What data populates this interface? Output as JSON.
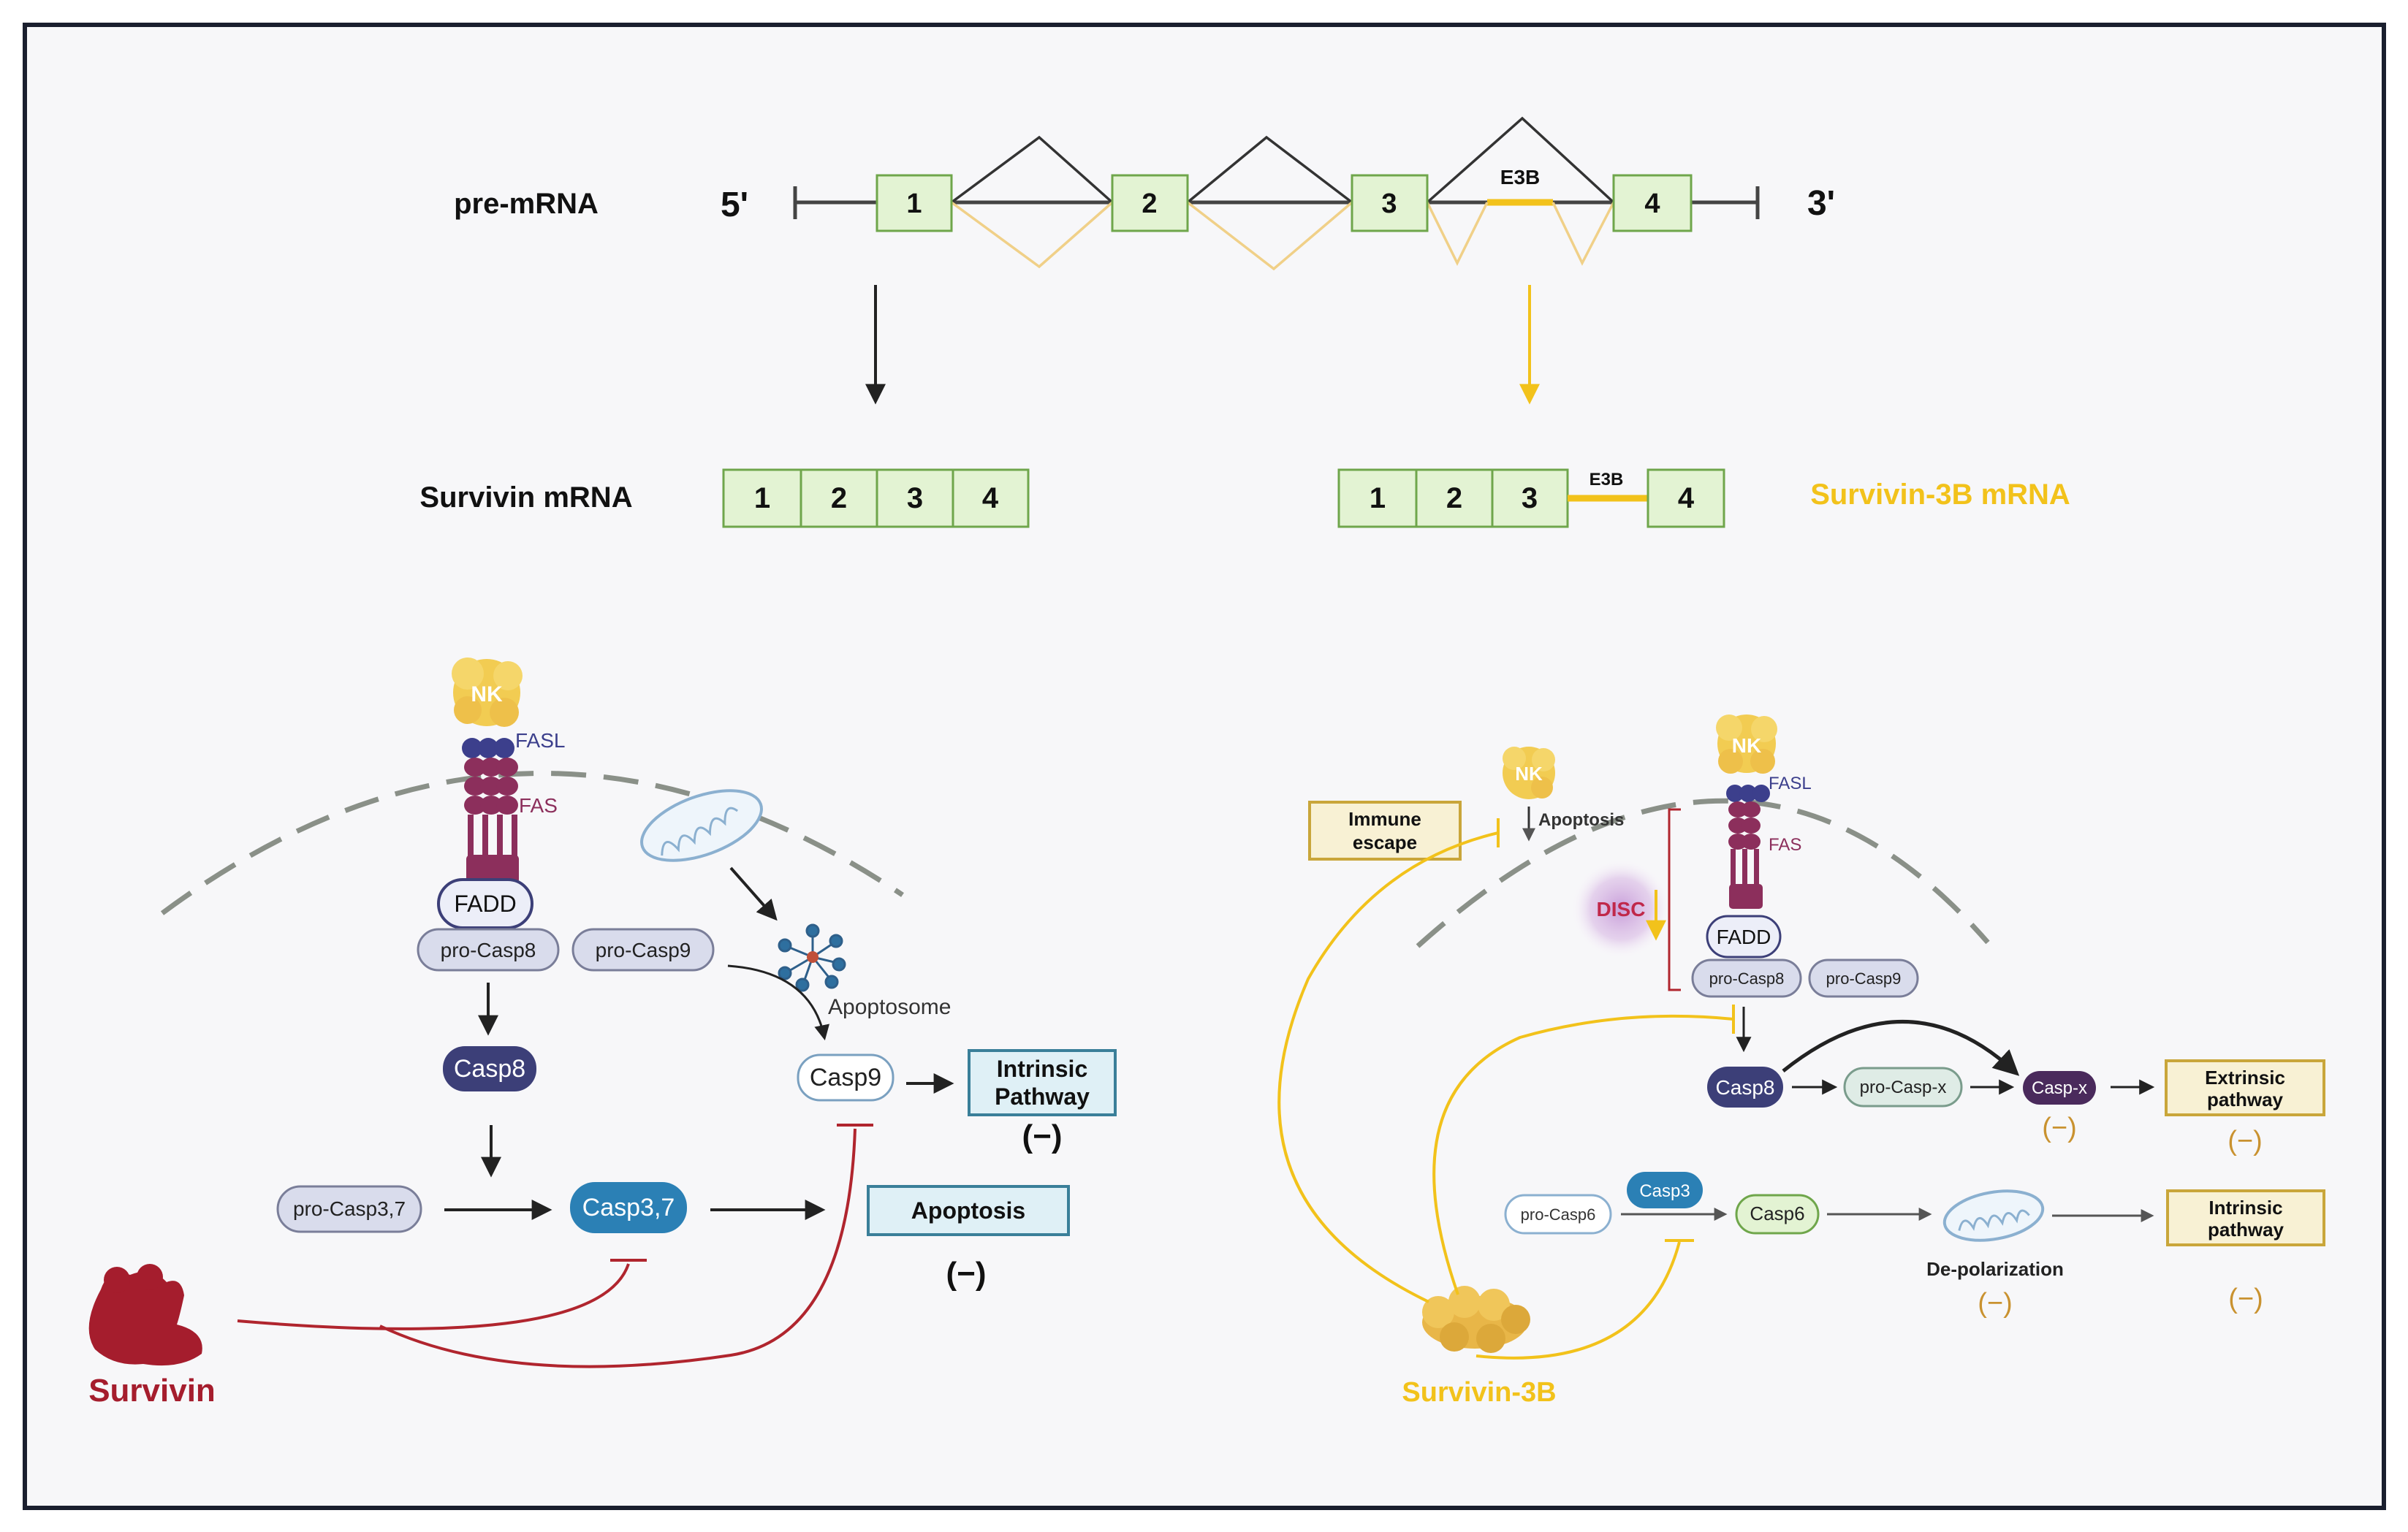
{
  "colors": {
    "border": "#1a1f2e",
    "panel_bg": "#f7f7f9",
    "exon_fill": "#e3f3d3",
    "exon_stroke": "#6fa64b",
    "yellow": "#f2c21b",
    "yellow_light": "#f0d088",
    "survivin_red": "#a51d2d",
    "inhibit_red": "#b0252e",
    "fas_purple": "#8c2f5c",
    "fasl_blue": "#3c3f8c",
    "membrane": "#8a9088",
    "casp_dark": "#3c3f78",
    "casp37_blue": "#2b80b5",
    "pro_fill": "#d9dcec",
    "pathway_blue_fill": "#dff0f6",
    "pathway_blue_stroke": "#3a7f99",
    "pathway_yellow_fill": "#f8f1d4",
    "pathway_yellow_stroke": "#c9a63a",
    "casp_x": "#4a2a5c",
    "minus_yellow": "#c99230"
  },
  "top": {
    "premrna_label": "pre-mRNA",
    "five_prime": "5'",
    "three_prime": "3'",
    "exons": [
      "1",
      "2",
      "3",
      "4"
    ],
    "e3b_label": "E3B",
    "survivin_mrna_label": "Survivin mRNA",
    "survivin_mrna_exons": [
      "1",
      "2",
      "3",
      "4"
    ],
    "survivin3b_mrna_label": "Survivin-3B mRNA",
    "survivin3b_exons": [
      "1",
      "2",
      "3",
      "4"
    ],
    "survivin3b_e3b_label": "E3B"
  },
  "left": {
    "nk": "NK",
    "fasl": "FASL",
    "fas": "FAS",
    "fadd": "FADD",
    "pro_casp8": "pro-Casp8",
    "pro_casp9": "pro-Casp9",
    "apoptosome": "Apoptosome",
    "casp8": "Casp8",
    "casp9": "Casp9",
    "intrinsic_pathway_line1": "Intrinsic",
    "intrinsic_pathway_line2": "Pathway",
    "intrinsic_minus": "(−)",
    "pro_casp37": "pro-Casp3,7",
    "casp37": "Casp3,7",
    "apoptosis": "Apoptosis",
    "apoptosis_minus": "(−)",
    "survivin": "Survivin"
  },
  "right": {
    "immune_escape_line1": "Immune",
    "immune_escape_line2": "escape",
    "nk_small": "NK",
    "apoptosis": "Apoptosis",
    "nk": "NK",
    "fasl": "FASL",
    "fas": "FAS",
    "disc": "DISC",
    "fadd": "FADD",
    "pro_casp8": "pro-Casp8",
    "pro_casp9": "pro-Casp9",
    "casp8": "Casp8",
    "pro_casp_x": "pro-Casp-x",
    "casp_x": "Casp-x",
    "casp_x_minus": "(−)",
    "extrinsic_line1": "Extrinsic",
    "extrinsic_line2": "pathway",
    "extrinsic_minus": "(−)",
    "casp3": "Casp3",
    "pro_casp6": "pro-Casp6",
    "casp6": "Casp6",
    "depolarization": "De-polarization",
    "depolarization_minus": "(−)",
    "intrinsic_line1": "Intrinsic",
    "intrinsic_line2": "pathway",
    "intrinsic_minus": "(−)",
    "survivin3b": "Survivin-3B"
  }
}
